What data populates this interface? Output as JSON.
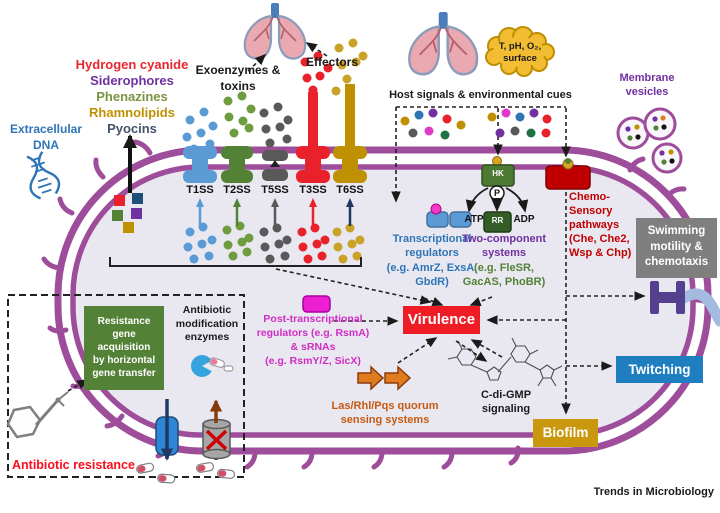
{
  "journal_credit": "Trends in Microbiology",
  "secreted_factors": {
    "hydrogen_cyanide": "Hydrogen cyanide",
    "siderophores": "Siderophores",
    "phenazines": "Phenazines",
    "rhamnolipids": "Rhamnolipids",
    "pyocins": "Pyocins",
    "extracellular_dna": "Extracellular DNA",
    "exoenzymes_toxins": "Exoenzymes & toxins",
    "effectors": "Effectors",
    "membrane_vesicles": "Membrane vesicles"
  },
  "environment": {
    "host_signals": "Host signals & environmental cues",
    "cues_cloud_lines": [
      "T, pH, O₂,",
      "surface"
    ]
  },
  "secretion_systems": [
    {
      "label": "T1SS",
      "color": "#5b9bd5"
    },
    {
      "label": "T2SS",
      "color": "#538135"
    },
    {
      "label": "T5SS",
      "color": "#595959"
    },
    {
      "label": "T3SS",
      "color": "#e8212a"
    },
    {
      "label": "T6SS",
      "color": "#bf9000"
    }
  ],
  "two_component": {
    "hk": "HK",
    "rr": "RR",
    "p": "P",
    "atp": "ATP",
    "adp": "ADP",
    "name_lines": [
      "Two-component",
      "systems"
    ],
    "examples_lines": [
      "(e.g. FleSR,",
      "GacAS, PhoBR)"
    ]
  },
  "regulators": {
    "transcriptional_lines": [
      "Transcriptional",
      "regulators",
      "(e.g. AmrZ, ExsA,",
      "GbdR)"
    ],
    "post_transcriptional_lines": [
      "Post-transcriptional",
      "regulators (e.g. RsmA)",
      "& sRNAs",
      "(e.g. RsmY/Z, SicX)"
    ],
    "quorum_lines": [
      "Las/Rhl/Pqs quorum",
      "sensing systems"
    ],
    "chemosensory_lines": [
      "Chemo-",
      "Sensory",
      "pathways",
      "(Che, Che2,",
      "Wsp & Chp)"
    ],
    "cdigmp_lines": [
      "C-di-GMP",
      "signaling"
    ]
  },
  "phenotypes": {
    "virulence": "Virulence",
    "swimming_lines": [
      "Swimming",
      "motility &",
      "chemotaxis"
    ],
    "twitching": "Twitching",
    "biofilm": "Biofilm"
  },
  "antibiotic_resistance": {
    "box_title": "Antibiotic resistance",
    "gene_acquisition_lines": [
      "Resistance",
      "gene",
      "acquisition",
      "by horizontal",
      "gene transfer"
    ],
    "modification_lines": [
      "Antibiotic",
      "modification",
      "enzymes"
    ]
  },
  "colors": {
    "membrane": "#9e4d9b",
    "cytoplasm": "#e9e8f1",
    "virulence_red": "#ee1c25",
    "twitching_blue": "#1f7ec0",
    "biofilm_gold": "#c9980f",
    "swimming_gray": "#7f7f7f",
    "resistance_green": "#538135"
  }
}
